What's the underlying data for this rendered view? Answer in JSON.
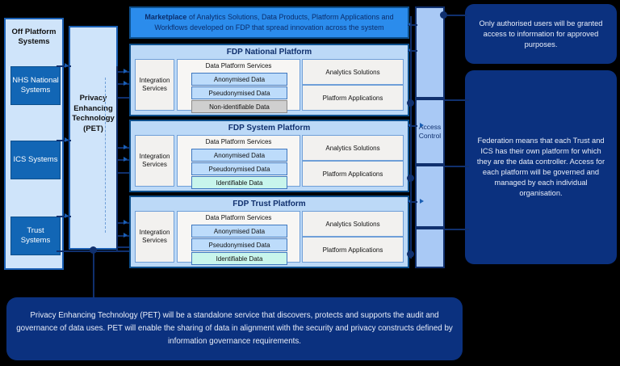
{
  "off_platform": {
    "title": "Off Platform Systems",
    "systems": [
      {
        "label": "NHS National Systems"
      },
      {
        "label": "ICS Systems"
      },
      {
        "label": "Trust Systems"
      }
    ]
  },
  "pet": {
    "label": "Privacy Enhancing Technology (PET)"
  },
  "marketplace": {
    "bold_prefix": "Marketplace",
    "text": " of Analytics Solutions, Data Products, Platform Applications and Workflows developed on FDP that spread innovation across the system"
  },
  "platforms": [
    {
      "title": "FDP National Platform",
      "integration": "Integration Services",
      "data_services_title": "Data Platform Services",
      "data_rows": [
        {
          "label": "Anonymised Data",
          "style": "anon"
        },
        {
          "label": "Pseudonymised Data",
          "style": "pseudo"
        },
        {
          "label": "Non-identifiable Data",
          "style": "nonident"
        }
      ],
      "analytics": "Analytics Solutions",
      "applications": "Platform Applications"
    },
    {
      "title": "FDP System Platform",
      "integration": "Integration Services",
      "data_services_title": "Data Platform Services",
      "data_rows": [
        {
          "label": "Anonymised Data",
          "style": "anon"
        },
        {
          "label": "Pseudonymised Data",
          "style": "pseudo"
        },
        {
          "label": "Identifiable Data",
          "style": "ident"
        }
      ],
      "analytics": "Analytics Solutions",
      "applications": "Platform Applications"
    },
    {
      "title": "FDP Trust Platform",
      "integration": "Integration Services",
      "data_services_title": "Data Platform Services",
      "data_rows": [
        {
          "label": "Anonymised Data",
          "style": "anon"
        },
        {
          "label": "Pseudonymised Data",
          "style": "pseudo"
        },
        {
          "label": "Identifiable Data",
          "style": "ident"
        }
      ],
      "analytics": "Analytics Solutions",
      "applications": "Platform Applications"
    }
  ],
  "access_control": {
    "label": "Access Control"
  },
  "callouts": {
    "access": "Only authorised users will be granted access to information for approved purposes.",
    "federation": "Federation means that each Trust and ICS has their own platform for which they are the data controller. Access for each platform will be governed and managed by each individual organisation.",
    "pet": "Privacy Enhancing Technology (PET) will be a standalone service that discovers, protects and supports the audit and governance of data uses.  PET will enable the sharing of data in alignment with the security and privacy constructs defined by information governance requirements."
  },
  "colors": {
    "panel_light_blue": "#cfe4fa",
    "platform_blue": "#bcd9f7",
    "marketplace_blue": "#2b8cec",
    "source_blue": "#1266b5",
    "access_blue": "#a9c9f5",
    "callout_navy": "#0b317f",
    "identifiable_mint": "#c8f5ec",
    "nonidentifiable_grey": "#cfcfcf",
    "border_navy": "#10306e"
  }
}
